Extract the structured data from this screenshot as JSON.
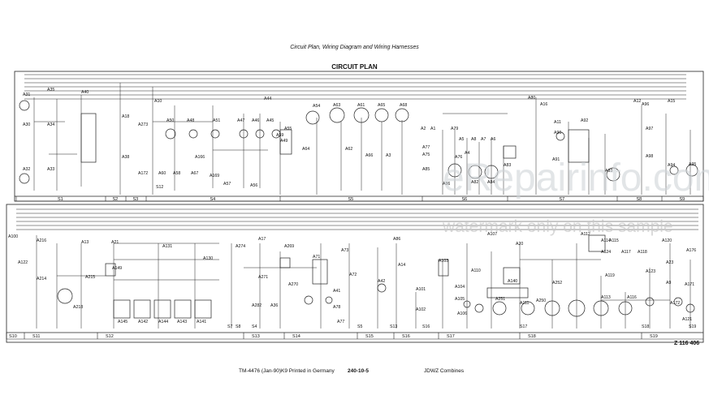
{
  "header": {
    "subtitle": "Circuit Plan, Wiring Diagram and Wiring Harnesses",
    "title": "CIRCUIT PLAN"
  },
  "footer": {
    "left": "TM-4476 (Jan-90)K9 Printed in Germany",
    "center": "240-10-5",
    "right": "JDWZ Combines",
    "code": "Z 116 406"
  },
  "watermark": {
    "big": "eRepairinfo.com",
    "small": "watermark only on this sample"
  },
  "sections_top": [
    "S1",
    "S2",
    "S3",
    "S4",
    "S5",
    "S6",
    "S7",
    "S8",
    "S9"
  ],
  "sections_bottom": [
    "S10",
    "S11",
    "S12",
    "S13",
    "S14",
    "S15",
    "S16",
    "S17",
    "S18",
    "S19"
  ],
  "components_top": [
    "A31",
    "A30",
    "A32",
    "A35",
    "A34",
    "A33",
    "A40",
    "A18",
    "A38",
    "A273",
    "A172",
    "A10",
    "A50",
    "A48",
    "A51",
    "A47",
    "A46",
    "A45",
    "A60",
    "A58",
    "A166",
    "A67",
    "A169",
    "A57",
    "A56",
    "A59",
    "A55",
    "A44",
    "A49",
    "A54",
    "A63",
    "A61",
    "A65",
    "A68",
    "A64",
    "A62",
    "A66",
    "A3",
    "A2",
    "A1",
    "A79",
    "A75",
    "A77",
    "A85",
    "A5",
    "A76",
    "A8",
    "A7",
    "A6",
    "A4",
    "A86",
    "A82",
    "A84",
    "A83",
    "A80",
    "A16",
    "A11",
    "A90",
    "A92",
    "A91",
    "A93",
    "A12",
    "A96",
    "A97",
    "A98",
    "A15",
    "A94",
    "A95",
    "S12"
  ],
  "components_bottom": [
    "A100",
    "A216",
    "A214",
    "A215",
    "A218",
    "A13",
    "A21",
    "A149",
    "A145",
    "A142",
    "A144",
    "A143",
    "A141",
    "A131",
    "A130",
    "A274",
    "A17",
    "A269",
    "A271",
    "A270",
    "A282",
    "A36",
    "A73",
    "A71",
    "A41",
    "A72",
    "A42",
    "A78",
    "A77",
    "A86",
    "A14",
    "A101",
    "A102",
    "A103",
    "A110",
    "A104",
    "A105",
    "A106",
    "A107",
    "A20",
    "A112",
    "A114",
    "A115",
    "A140",
    "A252",
    "A251",
    "A111",
    "A250",
    "A113",
    "A116",
    "A124",
    "A117",
    "A118",
    "A119",
    "A123",
    "A120",
    "A23",
    "A176",
    "A9",
    "A172",
    "A121",
    "A171",
    "A122",
    "S7",
    "S8",
    "S4",
    "S13",
    "S16",
    "S17",
    "S18",
    "S19",
    "S5"
  ]
}
